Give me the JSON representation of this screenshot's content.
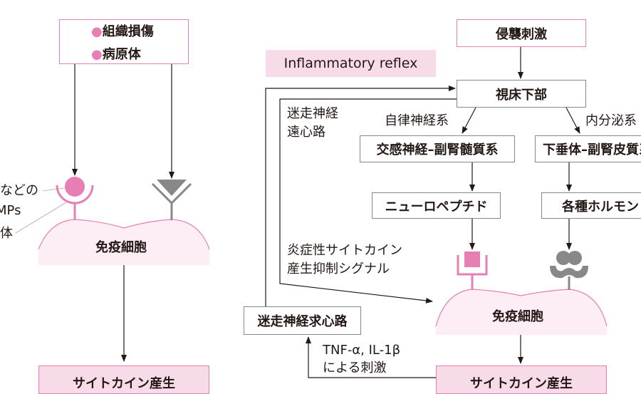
{
  "colors": {
    "pink_accent": "#e87fb4",
    "pink_fill": "#f8dbe8",
    "cell_fill": "#fdeef5",
    "gray": "#888888",
    "line": "#231815"
  },
  "left": {
    "stimulus_items": [
      "組織損傷",
      "病原体"
    ],
    "bullet": "●",
    "label_damps_line1": "などの",
    "label_damps_line2": "MPs",
    "label_receptor": "体",
    "immune_cell": "免疫細胞",
    "cytokine_box": "サイトカイン産生"
  },
  "right": {
    "reflex_label": "Inflammatory reflex",
    "invasion": "侵襲刺激",
    "hypothalamus": "視床下部",
    "efferent_line1": "迷走神経",
    "efferent_line2": "遠心路",
    "autonomic": "自律神経系",
    "endocrine": "内分泌系",
    "sympathetic": "交感神経–副腎髄質系",
    "pituitary": "下垂体–副腎皮質系",
    "neuropeptide": "ニューロペプチド",
    "hormones": "各種ホルモン",
    "signal_line1": "炎症性サイトカイン",
    "signal_line2": "産生抑制シグナル",
    "afferent": "迷走神経求心路",
    "stim_line1": "TNF-α, IL-1β",
    "stim_line2": "による刺激",
    "immune_cell": "免疫細胞",
    "cytokine_box": "サイトカイン産生"
  }
}
